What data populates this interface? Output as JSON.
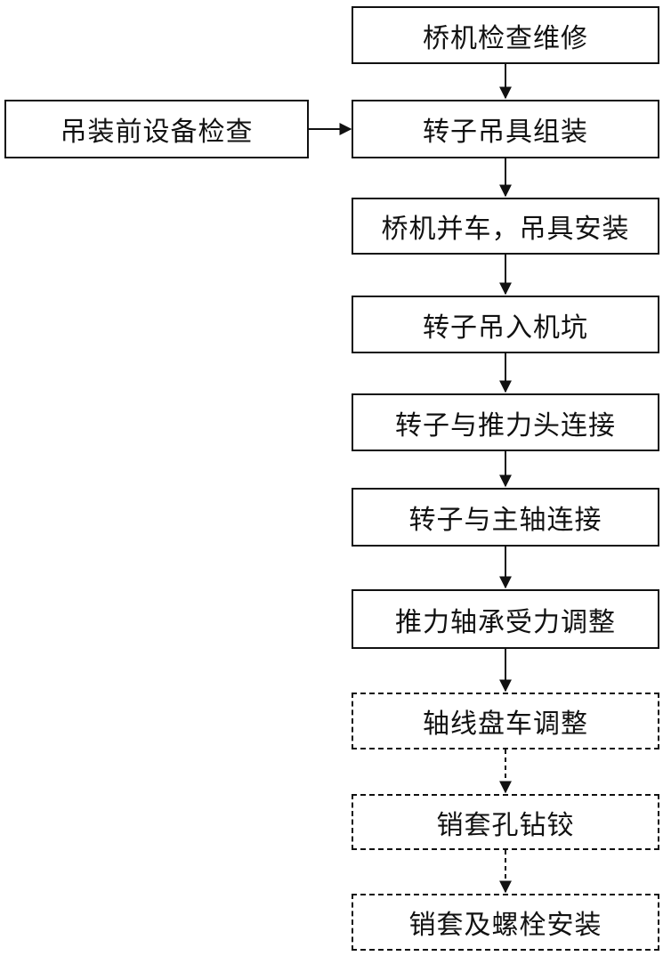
{
  "diagram": {
    "steps": [
      "桥机检查维修",
      "转子吊具组装",
      "桥机并车，吊具安装",
      "转子吊入机坑",
      "转子与推力头连接",
      "转子与主轴连接",
      "推力轴承受力调整",
      "轴线盘车调整",
      "销套孔钻铰",
      "销套及螺栓安装"
    ],
    "side_step": "吊装前设备检查"
  }
}
